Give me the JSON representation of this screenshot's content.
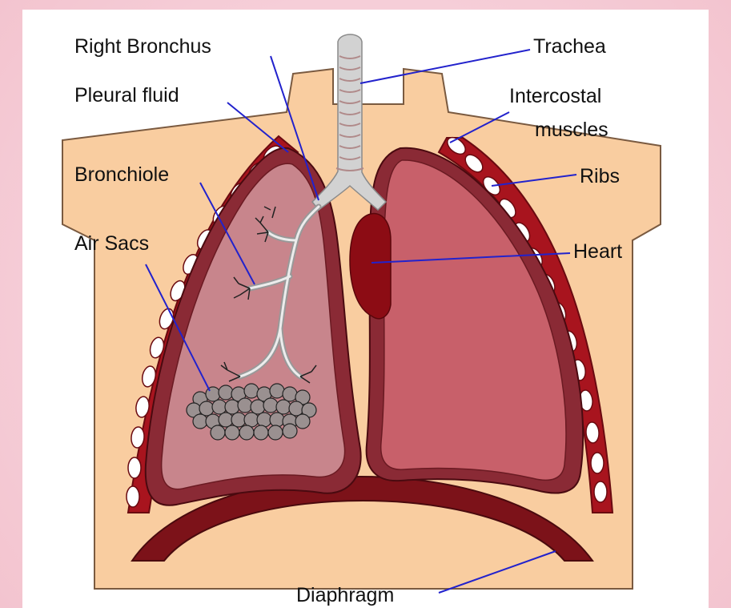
{
  "diagram": {
    "labels": {
      "right_bronchus": "Right Bronchus",
      "pleural_fluid": "Pleural fluid",
      "bronchiole": "Bronchiole",
      "air_sacs": "Air Sacs",
      "trachea": "Trachea",
      "intercostal_line1": "Intercostal",
      "intercostal_line2": "muscles",
      "ribs": "Ribs",
      "heart": "Heart",
      "diaphragm": "Diaphragm"
    },
    "colors": {
      "skin": "#f9cda0",
      "lung_dark": "#8a2a35",
      "lung_left_fill": "#c8858c",
      "lung_right_fill": "#c8606a",
      "heart": "#8c0c14",
      "muscle": "#a8141e",
      "trachea": "#cfcfcf",
      "leader": "#2222cc"
    }
  }
}
